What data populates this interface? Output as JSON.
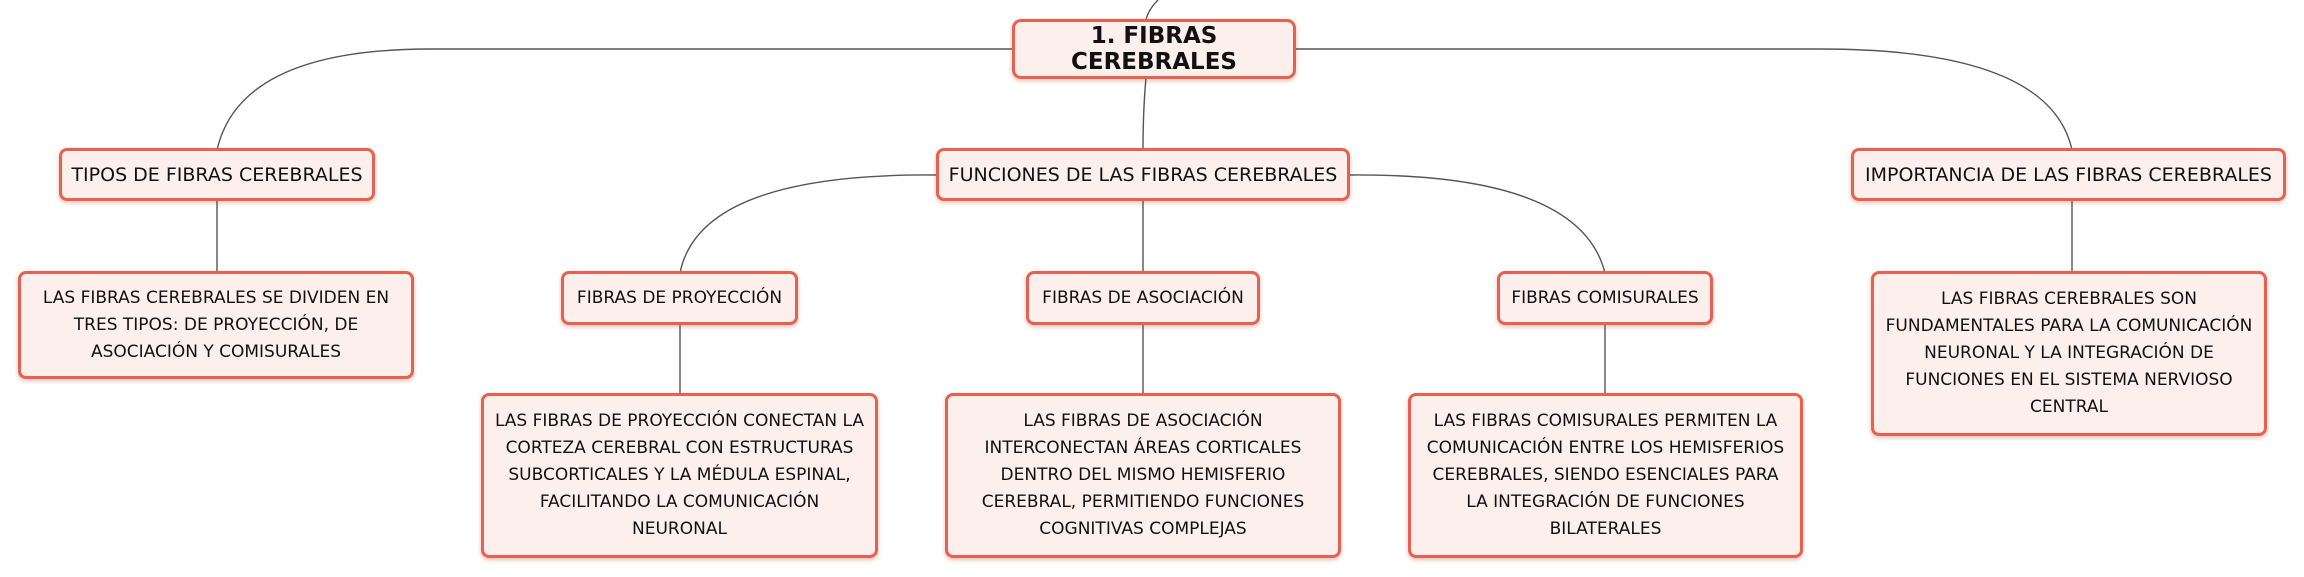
{
  "diagram": {
    "root": {
      "label": "1. FIBRAS CEREBRALES"
    },
    "branches": [
      {
        "label": "TIPOS DE FIBRAS CEREBRALES",
        "note": "LAS FIBRAS CEREBRALES SE DIVIDEN EN TRES TIPOS: DE PROYECCIÓN, DE ASOCIACIÓN Y COMISURALES"
      },
      {
        "label": "FUNCIONES DE LAS FIBRAS CEREBRALES",
        "children": [
          {
            "label": "FIBRAS DE PROYECCIÓN",
            "note": "LAS FIBRAS DE PROYECCIÓN CONECTAN LA CORTEZA CEREBRAL CON ESTRUCTURAS SUBCORTICALES Y LA MÉDULA ESPINAL, FACILITANDO LA COMUNICACIÓN NEURONAL"
          },
          {
            "label": "FIBRAS DE ASOCIACIÓN",
            "note": "LAS FIBRAS DE ASOCIACIÓN INTERCONECTAN ÁREAS CORTICALES DENTRO DEL MISMO HEMISFERIO CEREBRAL, PERMITIENDO FUNCIONES COGNITIVAS COMPLEJAS"
          },
          {
            "label": "FIBRAS COMISURALES",
            "note": "LAS FIBRAS COMISURALES PERMITEN LA COMUNICACIÓN ENTRE LOS HEMISFERIOS CEREBRALES, SIENDO ESENCIALES PARA LA INTEGRACIÓN DE FUNCIONES BILATERALES"
          }
        ]
      },
      {
        "label": "IMPORTANCIA DE LAS FIBRAS CEREBRALES",
        "note": "LAS FIBRAS CEREBRALES SON FUNDAMENTALES PARA LA COMUNICACIÓN NEURONAL Y LA INTEGRACIÓN DE FUNCIONES EN EL SISTEMA NERVIOSO CENTRAL"
      }
    ]
  },
  "colors": {
    "node_border": "#e8604f",
    "node_fill": "#fdf0ec",
    "connector": "#555555",
    "text": "#111111"
  }
}
